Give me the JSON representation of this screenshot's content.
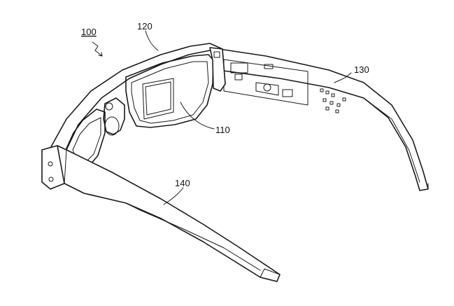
{
  "labels": {
    "device": "100",
    "display": "110",
    "frame": "120",
    "right_temple": "130",
    "left_temple": "140"
  },
  "colors": {
    "ink": "#1a1a1a",
    "background": "#ffffff"
  }
}
